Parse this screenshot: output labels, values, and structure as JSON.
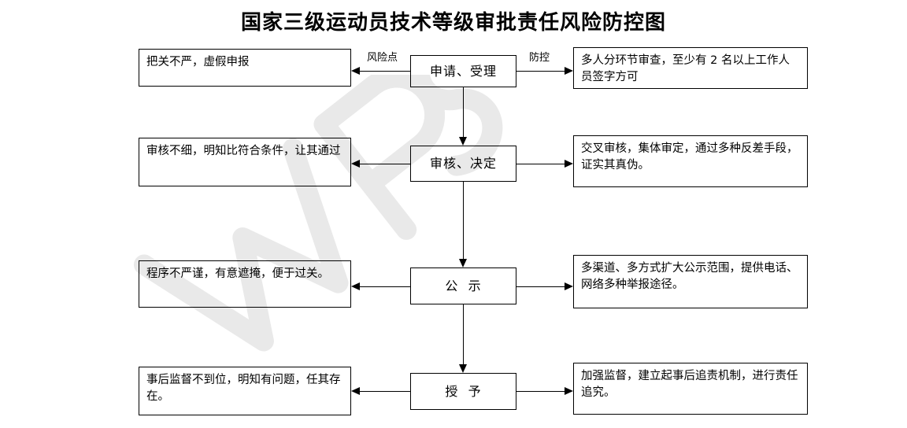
{
  "document": {
    "title": "国家三级运动员技术等级审批责任风险防控图",
    "watermark": "WPS"
  },
  "edge_labels": {
    "risk": "风险点",
    "control": "防控"
  },
  "rows": [
    {
      "stage": "申请、受理",
      "risk": "把关不严，虚假申报",
      "control": "多人分环节审查，至少有 2 名以上工作人员签字方可"
    },
    {
      "stage": "审核、决定",
      "risk": "审核不细，明知比符合条件，让其通过",
      "control": "交叉审核，集体审定，通过多种反差手段，证实其真伪。"
    },
    {
      "stage": "公  示",
      "risk": "程序不严谨，有意遮掩，便于过关。",
      "control": "多渠道、多方式扩大公示范围，提供电话、网络多种举报途径。"
    },
    {
      "stage": "授  予",
      "risk": "事后监督不到位，明知有问题，任其存在。",
      "control": "加强监督，建立起事后追责机制，进行责任追究。"
    }
  ],
  "colors": {
    "stroke": "#000000",
    "background": "#ffffff",
    "watermark": "#e8e8e8"
  }
}
